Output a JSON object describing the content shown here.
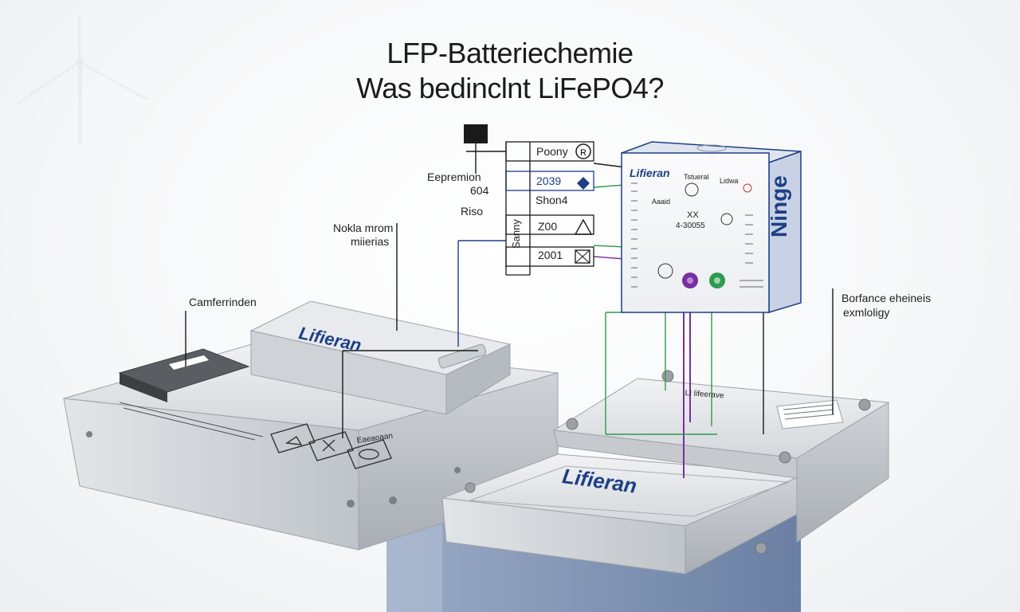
{
  "title": {
    "line1": "LFP-Batteriechemie",
    "line2": "Was bedinclnt LiFePO4?"
  },
  "labels": {
    "expression": "Eepremion",
    "code_604": "604",
    "riso": "Riso",
    "nokia_line1": "Nokla mrom",
    "nokia_line2": "miierias",
    "camferrinden": "Camferrinden",
    "borfance_line1": "Borfance eheineis",
    "borfance_line2": "exmloligy"
  },
  "table": {
    "rows": [
      "Poony",
      "2039",
      "Shon4",
      "Z00",
      "2001"
    ],
    "side_label": "Sanny"
  },
  "module": {
    "brand": "Lifieran",
    "side_text": "Ninge",
    "col1_header": "Tstueral",
    "col2_header": "Lidwa",
    "row_label": "Aaaid",
    "value": "XX",
    "value2": "4-30055"
  },
  "batteries": {
    "left_brand": "Lifieran",
    "right_brand": "Lifieran",
    "panel_label": "Eaeaoaan",
    "top_label": "LI lifeerave"
  },
  "colors": {
    "brand_blue": "#1d3f86",
    "wire_green": "#2e9a4e",
    "wire_purple": "#7a2fa0",
    "metal": "#c9cdd2",
    "slate_blue": "#7a8eb0"
  },
  "icons": [
    "wind-turbine-icon",
    "black-box-icon",
    "circle-r-icon",
    "diamond-icon",
    "warning-triangle-icon",
    "x-box-icon"
  ]
}
